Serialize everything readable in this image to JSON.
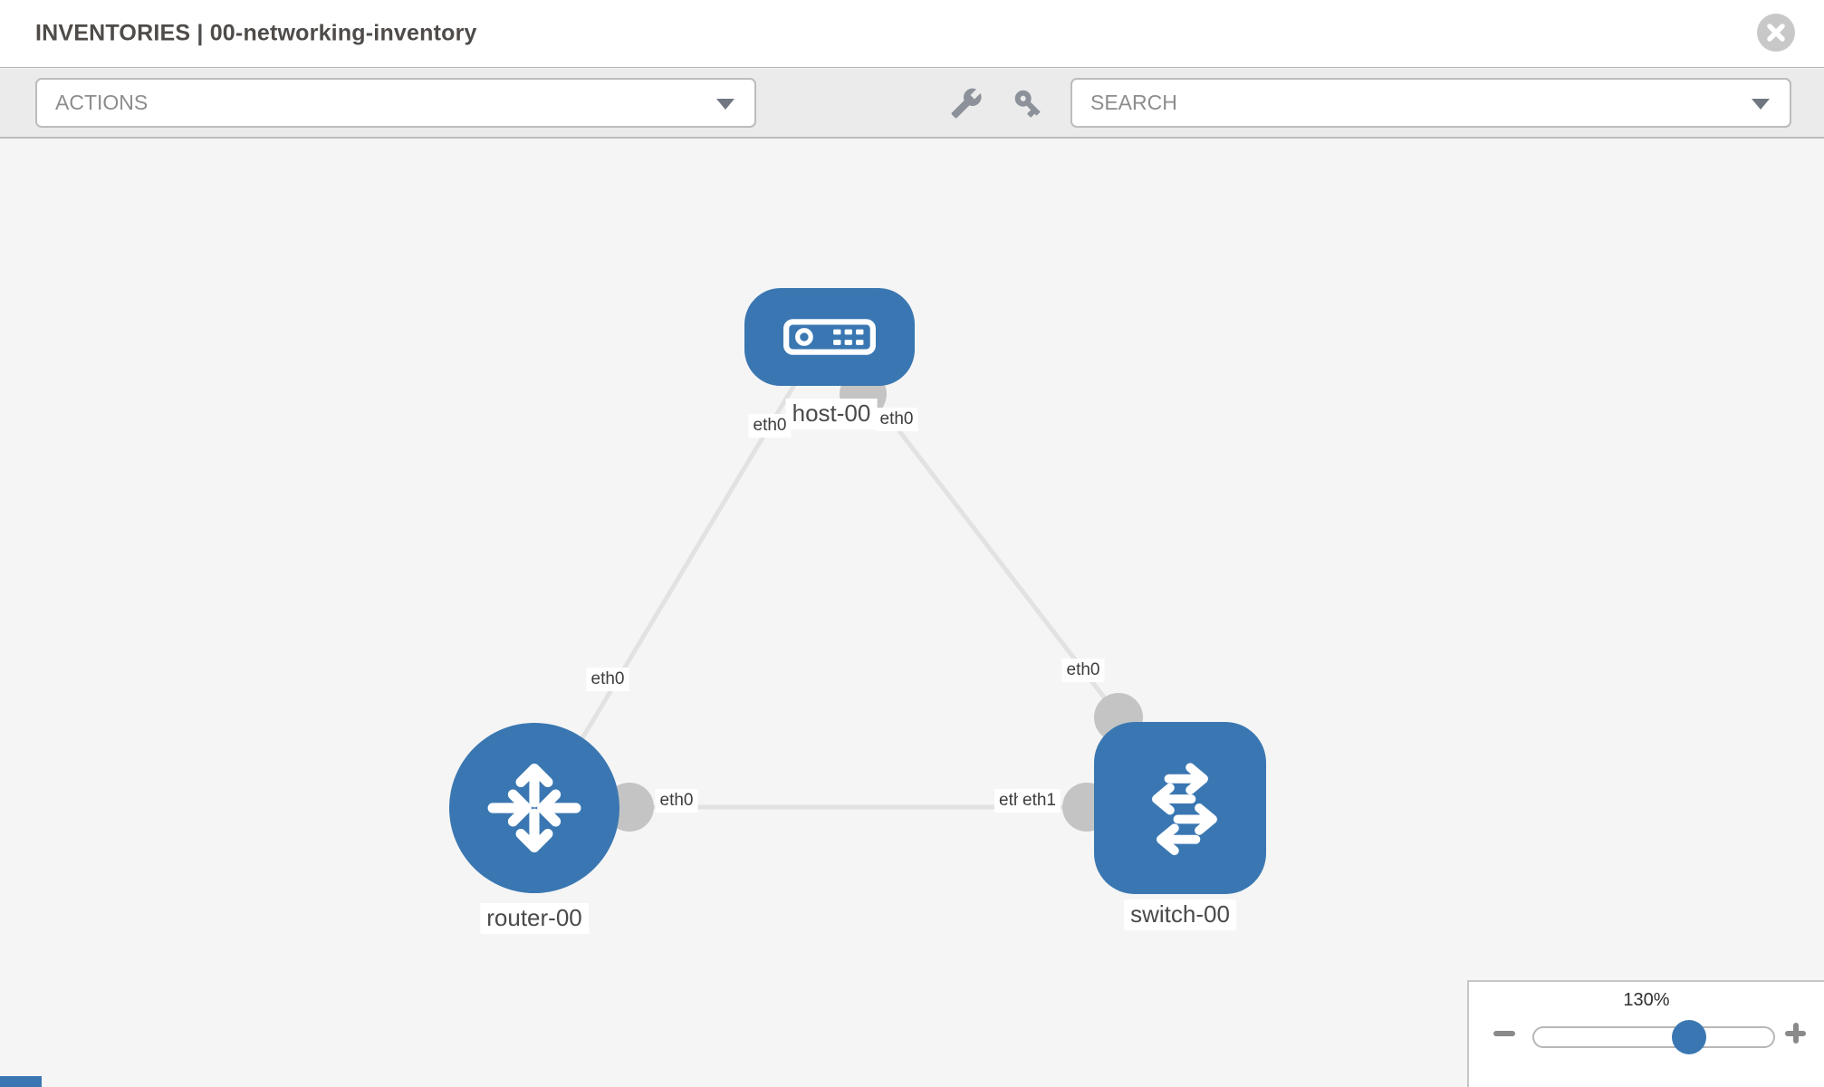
{
  "header": {
    "title": "INVENTORIES | 00-networking-inventory"
  },
  "toolbar": {
    "actions_placeholder": "ACTIONS",
    "search_placeholder": "SEARCH"
  },
  "topology": {
    "nodes": [
      {
        "id": "host-00",
        "type": "host",
        "label": "host-00"
      },
      {
        "id": "router-00",
        "type": "router",
        "label": "router-00"
      },
      {
        "id": "switch-00",
        "type": "switch",
        "label": "switch-00"
      }
    ],
    "links": [
      {
        "from": "host-00",
        "from_interface": "eth0",
        "to": "router-00",
        "to_interface": "eth0"
      },
      {
        "from": "host-00",
        "from_interface": "eth0",
        "to": "switch-00",
        "to_interface": "eth0"
      },
      {
        "from": "router-00",
        "from_interface": "eth0",
        "to": "switch-00",
        "to_interface": "eth1"
      }
    ],
    "labels": {
      "host": "host-00",
      "router": "router-00",
      "switch": "switch-00",
      "if_host_left": "eth0",
      "if_host_right": "eth0",
      "if_router_top": "eth0",
      "if_switch_top": "eth0",
      "if_router_right": "eth0",
      "if_switch_left_back": "eth1",
      "if_switch_left_front": "eth1"
    }
  },
  "zoom_control": {
    "level": "130%"
  },
  "colors": {
    "node_blue": "#3a77b2",
    "link_gray": "#e2e2e2",
    "connector_gray": "#c4c4c4",
    "toolbar_bg": "#ebebeb",
    "canvas_bg": "#f5f5f5"
  }
}
